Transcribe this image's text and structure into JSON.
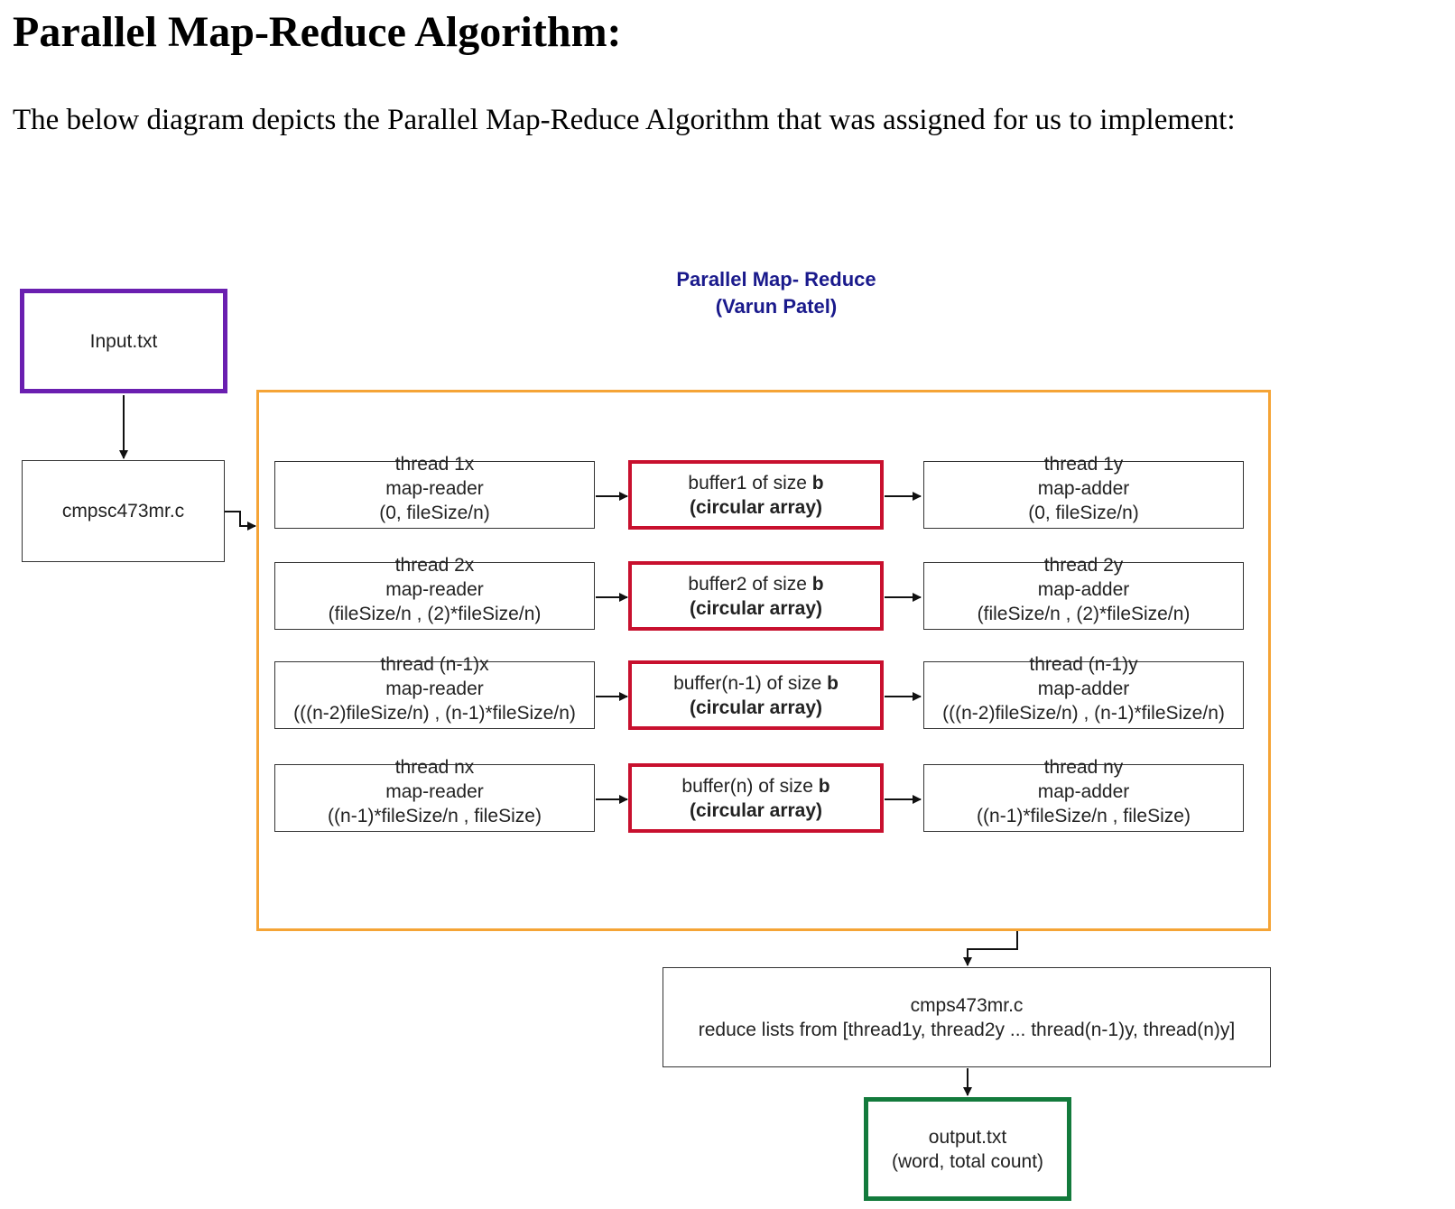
{
  "heading": "Parallel Map-Reduce Algorithm:",
  "intro": "The below diagram depicts the Parallel Map-Reduce Algorithm that was assigned for us to implement:",
  "diagram": {
    "title_line1": "Parallel Map- Reduce",
    "title_line2": "(Varun Patel)",
    "input_file": "Input.txt",
    "main_program": "cmpsc473mr.c",
    "size_word": "b",
    "circular_label": "(circular array)",
    "rows": [
      {
        "reader_title": "thread 1x",
        "reader_role": "map-reader",
        "reader_range": "(0, fileSize/n)",
        "buffer_prefix": "buffer1 of size ",
        "adder_title": "thread 1y",
        "adder_role": "map-adder",
        "adder_range": "(0, fileSize/n)"
      },
      {
        "reader_title": "thread 2x",
        "reader_role": "map-reader",
        "reader_range": "(fileSize/n , (2)*fileSize/n)",
        "buffer_prefix": "buffer2 of size ",
        "adder_title": "thread 2y",
        "adder_role": "map-adder",
        "adder_range": "(fileSize/n , (2)*fileSize/n)"
      },
      {
        "reader_title": "thread (n-1)x",
        "reader_role": "map-reader",
        "reader_range": "(((n-2)fileSize/n) , (n-1)*fileSize/n)",
        "buffer_prefix": "buffer(n-1) of size ",
        "adder_title": "thread (n-1)y",
        "adder_role": "map-adder",
        "adder_range": "(((n-2)fileSize/n) , (n-1)*fileSize/n)"
      },
      {
        "reader_title": "thread nx",
        "reader_role": "map-reader",
        "reader_range": "((n-1)*fileSize/n , fileSize)",
        "buffer_prefix": "buffer(n) of size ",
        "adder_title": "thread ny",
        "adder_role": "map-adder",
        "adder_range": "((n-1)*fileSize/n , fileSize)"
      }
    ],
    "reduce_program": "cmps473mr.c",
    "reduce_text": "reduce lists from [thread1y, thread2y ... thread(n-1)y, thread(n)y]",
    "output_file": "output.txt",
    "output_desc": "(word, total count)"
  },
  "colors": {
    "input_border": "#6a1fb0",
    "parallel_frame": "#f5a436",
    "buffer_border": "#c8102e",
    "output_border": "#137a3c",
    "title_text": "#1a1a8c"
  }
}
